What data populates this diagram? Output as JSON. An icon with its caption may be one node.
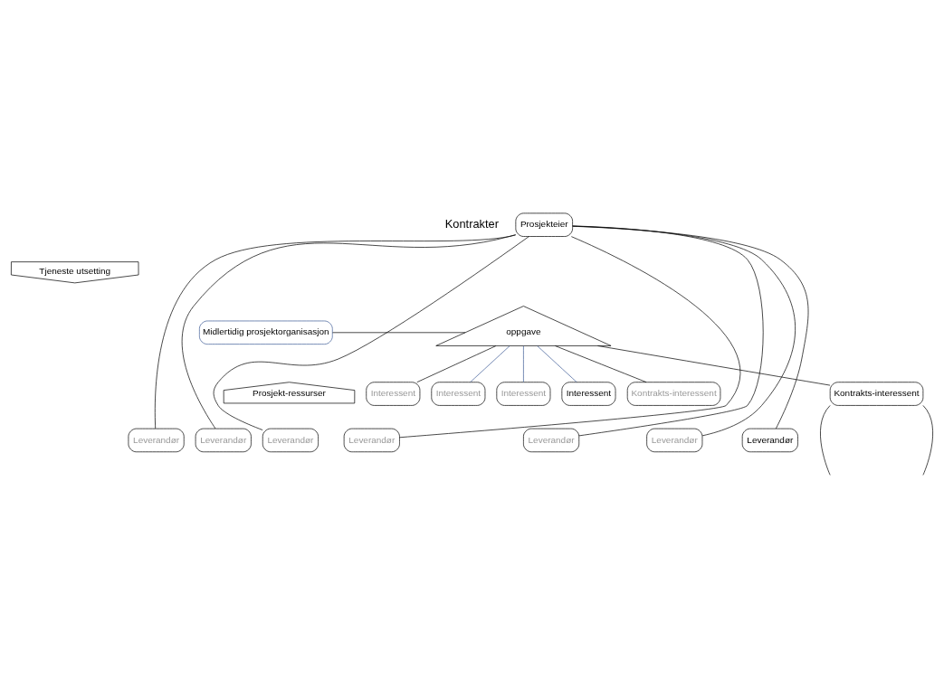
{
  "diagram": {
    "nodes": [
      {
        "text": [
          "Prosjekteier"
        ]
      },
      {
        "text": [
          "Tjeneste utsetting"
        ]
      },
      {
        "text": [
          "Midlertidig prosjektorganisasjon"
        ]
      },
      {
        "text": [
          "Prosjekt-ressurser"
        ]
      },
      {
        "text": [
          "oppgave"
        ]
      },
      {
        "text": [
          "Interessent"
        ]
      },
      {
        "text": [
          "Interessent"
        ]
      },
      {
        "text": [
          "Interessent"
        ]
      },
      {
        "text": [
          "Interessent"
        ]
      },
      {
        "text": [
          "Kontrakts-interessent"
        ]
      },
      {
        "text": [
          "Kontrakts-interessent"
        ]
      },
      {
        "text": [
          "Leverandør"
        ]
      },
      {
        "text": [
          "Leverandør"
        ]
      },
      {
        "text": [
          "Leverandør"
        ]
      },
      {
        "text": [
          "Leverandør"
        ]
      },
      {
        "text": [
          "Leverandør"
        ]
      },
      {
        "text": [
          "Leverandør"
        ]
      },
      {
        "text": [
          "Leverandør"
        ]
      }
    ],
    "edges": [
      {
        "from": 2,
        "to": 4,
        "arrow": "none"
      },
      {
        "from": 4,
        "to": 5,
        "arrow": "none"
      },
      {
        "from": 4,
        "to": 6,
        "arrow": "none",
        "color": "#3c5a96"
      },
      {
        "from": 4,
        "to": 7,
        "arrow": "none",
        "color": "#3c5a96"
      },
      {
        "from": 4,
        "to": 8,
        "arrow": "none",
        "color": "#3c5a96"
      },
      {
        "from": 4,
        "to": 9,
        "arrow": "none"
      },
      {
        "from": 4,
        "to": 10,
        "arrow": "none"
      },
      {
        "from": 0,
        "to": 11,
        "arrow": "none"
      },
      {
        "from": 0,
        "to": 12,
        "arrow": "none"
      },
      {
        "from": 0,
        "to": 13,
        "arrow": "none"
      },
      {
        "from": 0,
        "to": 14,
        "arrow": "none"
      },
      {
        "from": 0,
        "to": 15,
        "arrow": "none"
      },
      {
        "from": 0,
        "to": 16,
        "arrow": "none"
      },
      {
        "from": 0,
        "to": 17,
        "arrow": "none"
      },
      {
        "from": 10,
        "to": null,
        "arrow": "none"
      },
      {
        "from": 10,
        "to": null,
        "arrow": "none"
      }
    ],
    "labels": [
      "Kontrakter"
    ]
  }
}
